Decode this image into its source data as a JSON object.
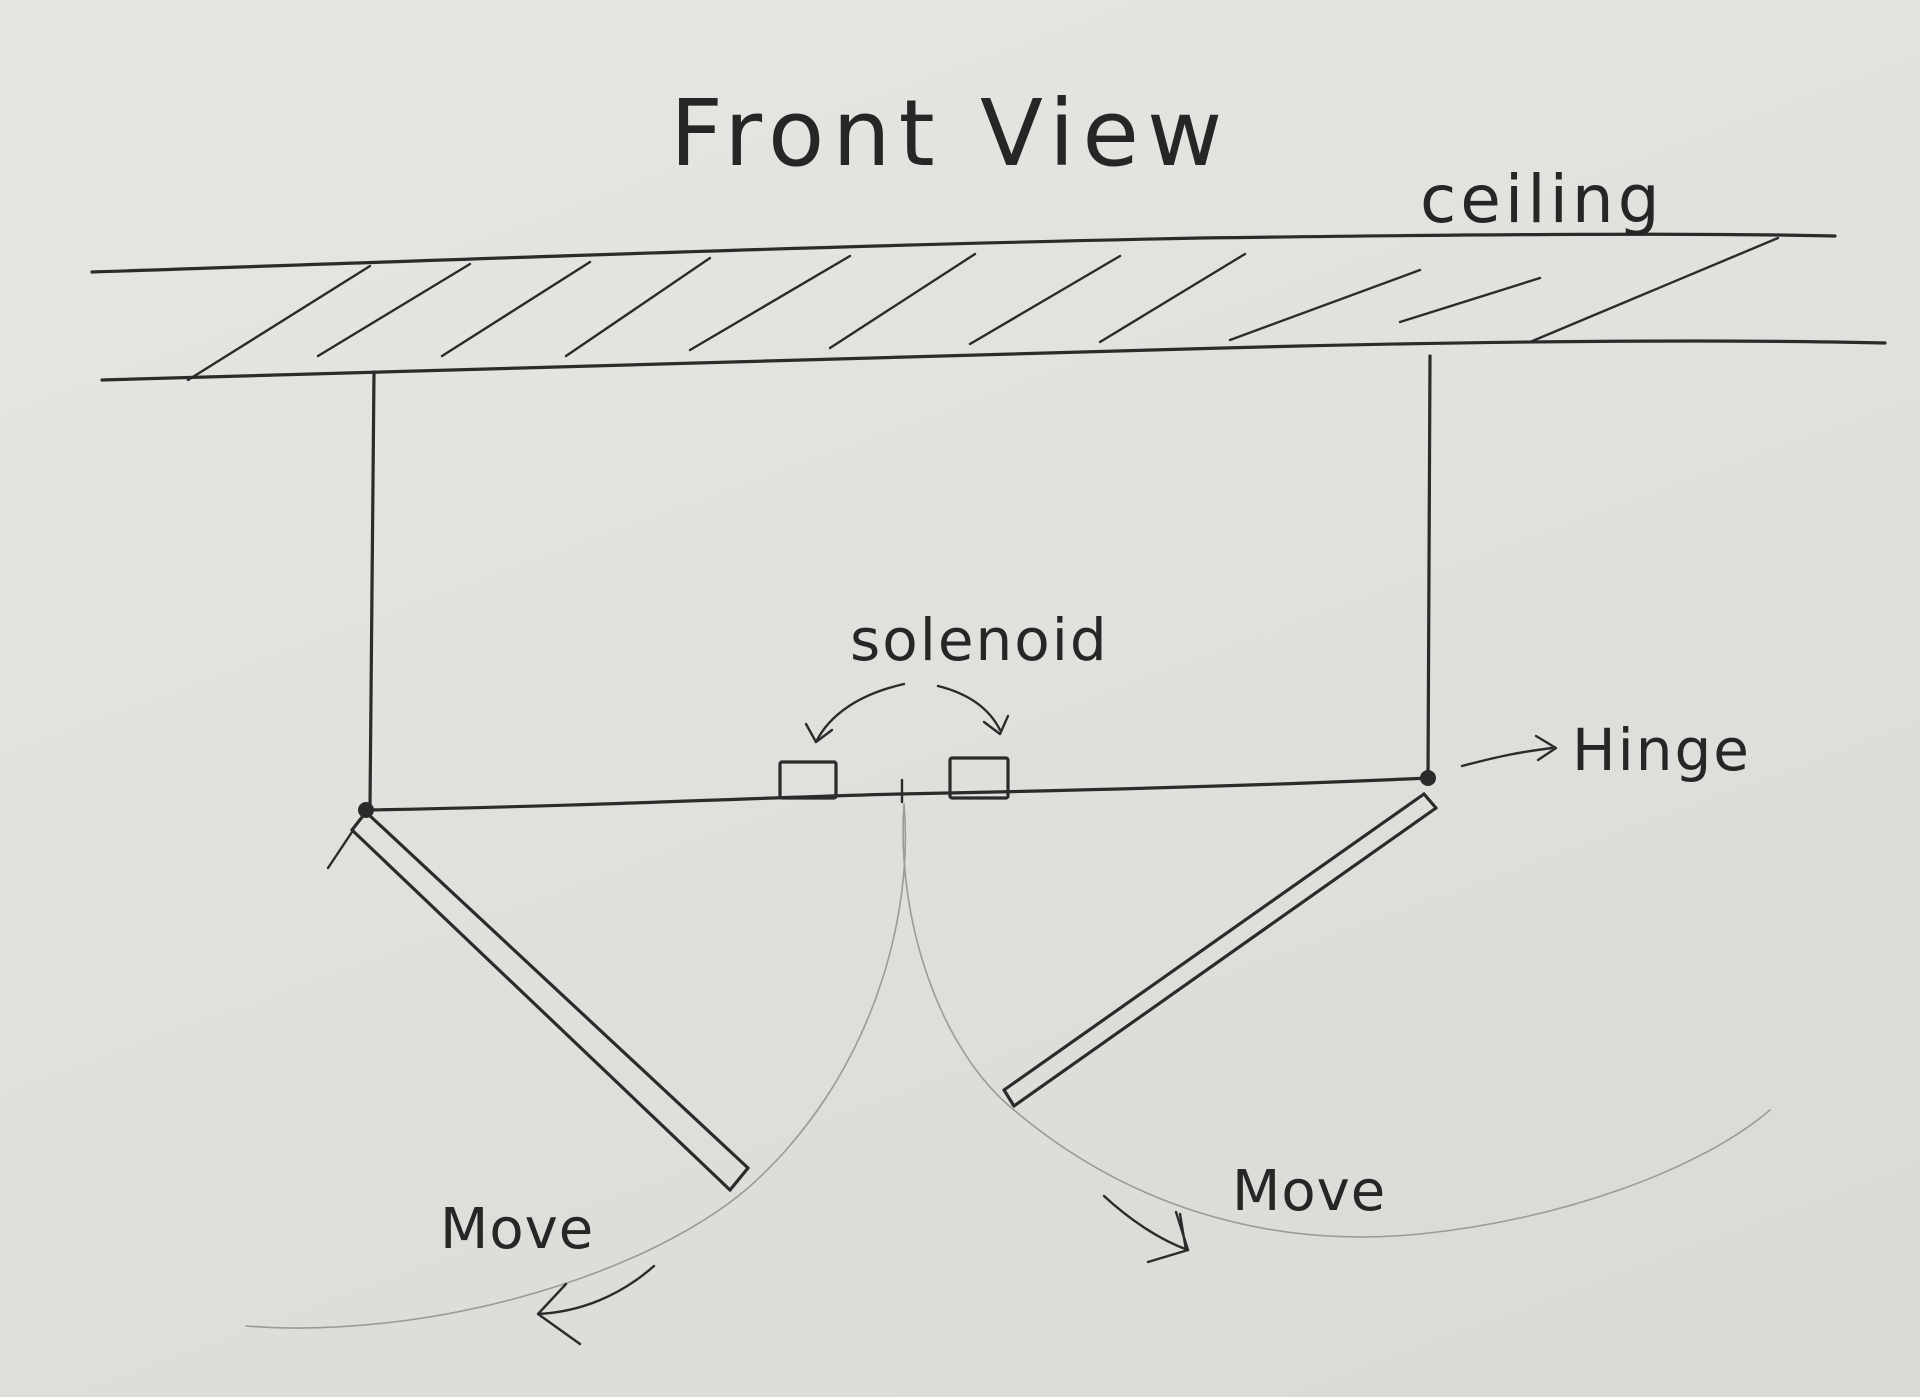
{
  "diagram": {
    "title": "Front View",
    "labels": {
      "ceiling": "ceiling",
      "solenoid": "solenoid",
      "hinge": "Hinge",
      "move_left": "Move",
      "move_right": "Move"
    }
  }
}
